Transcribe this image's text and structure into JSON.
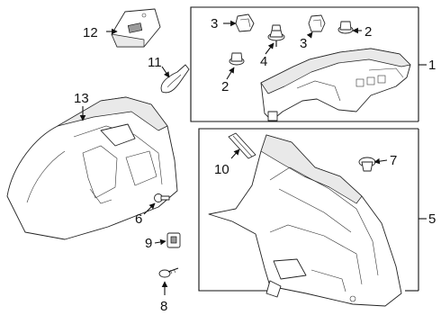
{
  "callouts": [
    {
      "id": "c1",
      "text": "1"
    },
    {
      "id": "c2a",
      "text": "2"
    },
    {
      "id": "c2b",
      "text": "2"
    },
    {
      "id": "c3a",
      "text": "3"
    },
    {
      "id": "c3b",
      "text": "3"
    },
    {
      "id": "c4",
      "text": "4"
    },
    {
      "id": "c5",
      "text": "5"
    },
    {
      "id": "c6",
      "text": "6"
    },
    {
      "id": "c7",
      "text": "7"
    },
    {
      "id": "c8",
      "text": "8"
    },
    {
      "id": "c9",
      "text": "9"
    },
    {
      "id": "c10",
      "text": "10"
    },
    {
      "id": "c11",
      "text": "11"
    },
    {
      "id": "c12",
      "text": "12"
    },
    {
      "id": "c13",
      "text": "13"
    }
  ]
}
